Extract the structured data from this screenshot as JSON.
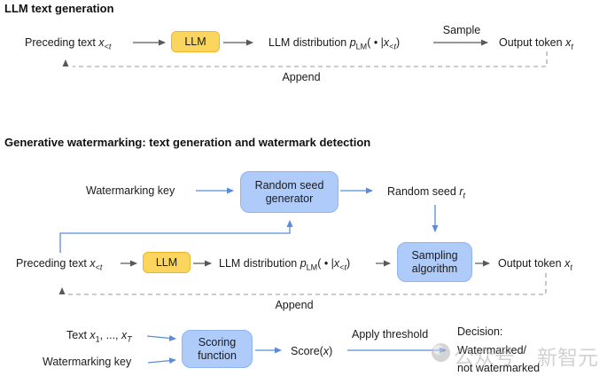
{
  "colors": {
    "yellow_fill": "#FCD55F",
    "yellow_border": "#F0B42A",
    "blue_fill": "#AECBFA",
    "blue_border": "#8FB4F2",
    "blue_arrow": "#5B8CD9",
    "gray_arrow": "#58595B",
    "dash_gray": "#999999",
    "text": "#1A1A1A"
  },
  "section1": {
    "title": "LLM text generation",
    "preceding_text_html": "Preceding text <i>x</i><sub>&lt;<i>t</i></sub>",
    "llm_box_label": "LLM",
    "llm_distribution_html": "LLM distribution <i>p</i><sub>LM</sub>( • |<i>x</i><sub>&lt;<i>t</i></sub>)",
    "sample_label": "Sample",
    "output_token_html": "Output token <i>x</i><sub><i>t</i></sub>",
    "append_label": "Append"
  },
  "section2": {
    "title": "Generative watermarking: text generation and watermark detection",
    "watermarking_key_label": "Watermarking key",
    "random_seed_generator_line1": "Random seed",
    "random_seed_generator_line2": "generator",
    "random_seed_html": "Random seed <i>r</i><sub><i>t</i></sub>",
    "preceding_text_html": "Preceding text <i>x</i><sub>&lt;<i>t</i></sub>",
    "llm_box_label": "LLM",
    "llm_distribution_html": "LLM distribution <i>p</i><sub>LM</sub>( • |<i>x</i><sub>&lt;<i>t</i></sub>)",
    "sampling_algorithm_line1": "Sampling",
    "sampling_algorithm_line2": "algorithm",
    "output_token_html": "Output token <i>x</i><sub><i>t</i></sub>",
    "append_label": "Append",
    "text_tokens_html": "Text <i>x</i><sub>1</sub>, ..., <i>x</i><sub><i>T</i></sub>",
    "watermarking_key2_label": "Watermarking key",
    "scoring_function_line1": "Scoring",
    "scoring_function_line2": "function",
    "score_html": "Score(<i>x</i>)",
    "apply_threshold_label": "Apply threshold",
    "decision_line1": "Decision:",
    "decision_line2": "Watermarked/",
    "decision_line3": "not watermarked"
  },
  "watermark_overlay": {
    "part1": "公众号",
    "part2": "新智元"
  }
}
